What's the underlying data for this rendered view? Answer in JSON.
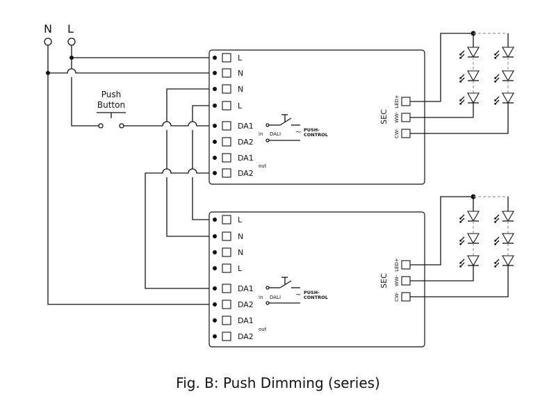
{
  "mains": {
    "n_label": "N",
    "l_label": "L"
  },
  "push_button": {
    "line1": "Push",
    "line2": "Button"
  },
  "driver1": {
    "terminals": [
      "L",
      "N",
      "N",
      "L",
      "DA1",
      "DA2",
      "DA1",
      "DA2"
    ],
    "in_label": "in",
    "out_label": "out",
    "dali_label": "DALI",
    "push_label1": "PUSH-",
    "push_label2": "CONTROL",
    "sec_label": "SEC",
    "out_terms": [
      "LED+",
      "WW-",
      "CW-"
    ]
  },
  "driver2": {
    "terminals": [
      "L",
      "N",
      "N",
      "L",
      "DA1",
      "DA2",
      "DA1",
      "DA2"
    ],
    "in_label": "in",
    "out_label": "out",
    "dali_label": "DALI",
    "push_label1": "PUSH-",
    "push_label2": "CONTROL",
    "sec_label": "SEC",
    "out_terms": [
      "LED+",
      "WW-",
      "CW-"
    ]
  },
  "caption": "Fig. B: Push Dimming (series)"
}
